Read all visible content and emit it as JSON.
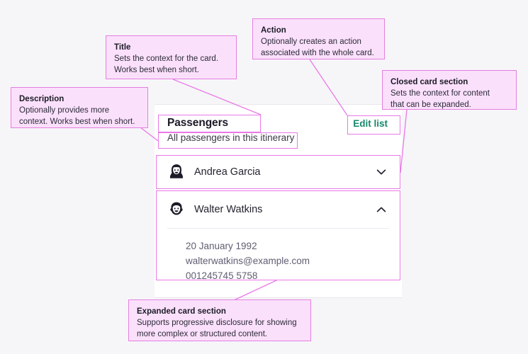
{
  "page": {
    "background_color": "#f6f6f8",
    "annotation_color": "#ea78e8",
    "annotation_fill": "#fbe0fb",
    "accent_color": "#17876c"
  },
  "card": {
    "title": "Passengers",
    "description": "All passengers in this itinerary",
    "action_label": "Edit list",
    "sections": [
      {
        "name": "Andrea Garcia",
        "avatar_icon": "woman-face-icon",
        "expanded": false,
        "chevron_icon": "chevron-down-icon",
        "details": []
      },
      {
        "name": "Walter Watkins",
        "avatar_icon": "boy-face-icon",
        "expanded": true,
        "chevron_icon": "chevron-up-icon",
        "details": [
          "20 January 1992",
          "walterwatkins@example.com",
          "001245745 5758"
        ]
      }
    ]
  },
  "annotations": [
    {
      "key": "title",
      "title": "Title",
      "body_line_1": "Sets the context for the card.",
      "body_line_2": "Works best when short."
    },
    {
      "key": "action",
      "title": "Action",
      "body_line_1": "Optionally creates an action",
      "body_line_2": "associated with the whole card."
    },
    {
      "key": "closed_card_section",
      "title": "Closed card section",
      "body_line_1": "Sets the context for content",
      "body_line_2": "that can be expanded."
    },
    {
      "key": "description",
      "title": "Description",
      "body_line_1": "Optionally provides more",
      "body_line_2": "context. Works best when short."
    },
    {
      "key": "expanded_card_section",
      "title": "Expanded card section",
      "body_line_1": "Supports progressive disclosure for showing",
      "body_line_2": "more complex or structured content."
    }
  ]
}
